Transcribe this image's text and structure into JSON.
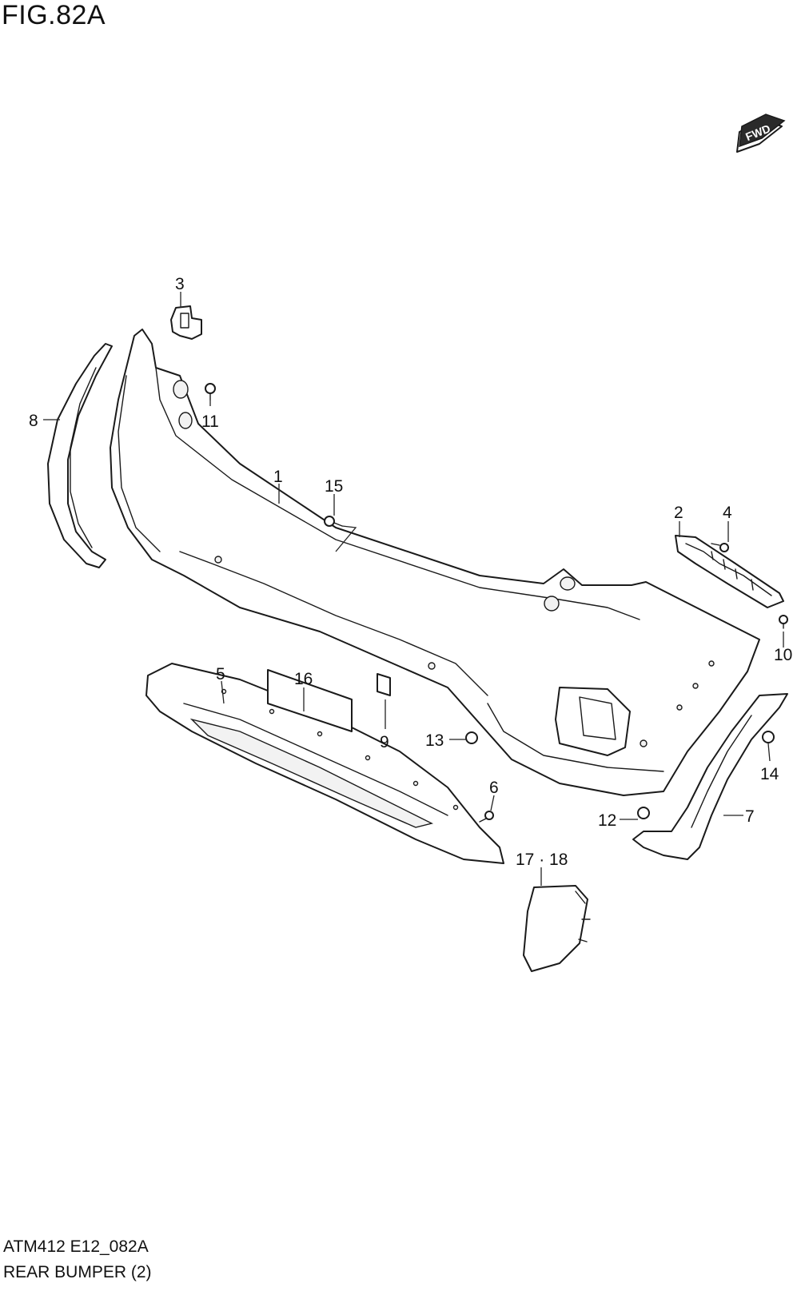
{
  "figure": {
    "title": "FIG.82A",
    "code": "ATM412 E12_082A",
    "name": "REAR BUMPER (2)"
  },
  "direction_badge": "FWD",
  "callouts": {
    "c1": "1",
    "c2": "2",
    "c3": "3",
    "c4": "4",
    "c5": "5",
    "c6": "6",
    "c7": "7",
    "c8": "8",
    "c9": "9",
    "c10": "10",
    "c11": "11",
    "c12": "12",
    "c13": "13",
    "c14": "14",
    "c15": "15",
    "c16": "16",
    "c17_18": "17 · 18"
  }
}
